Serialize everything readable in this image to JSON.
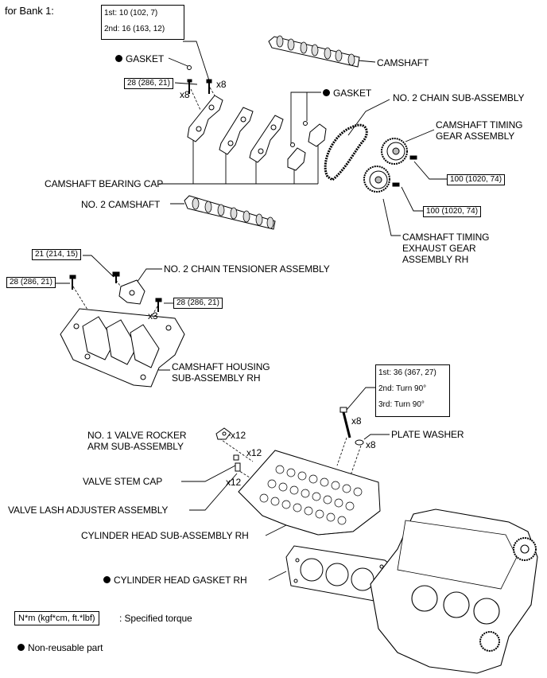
{
  "header": "for Bank 1:",
  "torque_specs": {
    "bearing_cap": [
      "1st: 10 (102, 7)",
      "2nd: 16 (163, 12)"
    ],
    "gasket_bolt": "28 (286, 21)",
    "timing_gear_bolt": "100 (1020, 74)",
    "exhaust_gear_bolt": "100 (1020, 74)",
    "tensioner_bolt": "21 (214, 15)",
    "housing_bolt_left": "28 (286, 21)",
    "housing_bolt_right": "28 (286, 21)",
    "head_bolt": [
      "1st: 36 (367, 27)",
      "2nd: Turn 90°",
      "3rd: Turn 90°"
    ]
  },
  "labels": {
    "gasket_top": "GASKET",
    "camshaft": "CAMSHAFT",
    "gasket_mid": "GASKET",
    "no2_chain": "NO. 2 CHAIN SUB-ASSEMBLY",
    "timing_gear": [
      "CAMSHAFT TIMING",
      "GEAR ASSEMBLY"
    ],
    "bearing_cap": "CAMSHAFT BEARING CAP",
    "no2_camshaft": "NO. 2 CAMSHAFT",
    "exhaust_gear": [
      "CAMSHAFT TIMING",
      "EXHAUST GEAR",
      "ASSEMBLY RH"
    ],
    "tensioner": "NO. 2 CHAIN TENSIONER ASSEMBLY",
    "housing": [
      "CAMSHAFT HOUSING",
      "SUB-ASSEMBLY RH"
    ],
    "rocker_arm": [
      "NO. 1 VALVE ROCKER",
      "ARM SUB-ASSEMBLY"
    ],
    "plate_washer": "PLATE WASHER",
    "valve_stem_cap": "VALVE STEM CAP",
    "lash_adjuster": "VALVE LASH ADJUSTER ASSEMBLY",
    "cylinder_head": "CYLINDER HEAD SUB-ASSEMBLY RH",
    "head_gasket": "CYLINDER HEAD GASKET RH"
  },
  "quantities": {
    "x8_a": "x8",
    "x8_b": "x8",
    "x3": "x3",
    "x8_c": "x8",
    "x8_d": "x8",
    "x12_a": "x12",
    "x12_b": "x12",
    "x12_c": "x12"
  },
  "legend": {
    "torque_unit": "N*m (kgf*cm, ft.*lbf)",
    "torque_desc": ": Specified torque",
    "nonreusable": "Non-reusable part"
  }
}
